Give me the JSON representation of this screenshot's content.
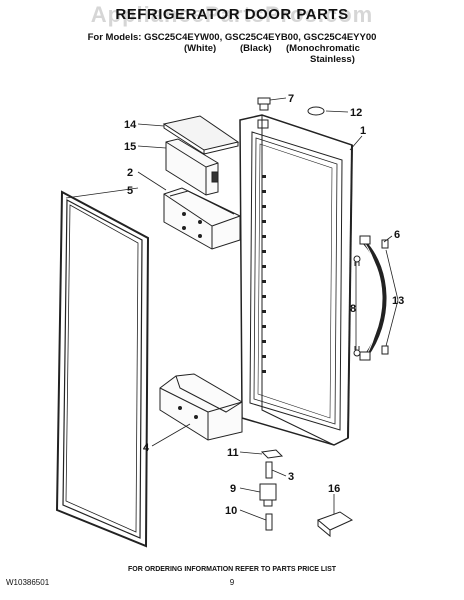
{
  "watermark": "AppliancePartsPros.com",
  "header": {
    "title": "REFRIGERATOR DOOR PARTS",
    "models": "For Models: GSC25C4EYW00, GSC25C4EYB00, GSC25C4EYY00",
    "col_white": "(White)",
    "col_black": "(Black)",
    "col_mono": "(Monochromatic",
    "col_stainless": "Stainless)"
  },
  "callouts": [
    "1",
    "2",
    "3",
    "4",
    "5",
    "6",
    "7",
    "8",
    "9",
    "10",
    "11",
    "12",
    "13",
    "14",
    "15",
    "16"
  ],
  "footer": {
    "note": "FOR ORDERING INFORMATION REFER TO PARTS PRICE LIST",
    "page": "9",
    "doc_id": "W10386501"
  }
}
